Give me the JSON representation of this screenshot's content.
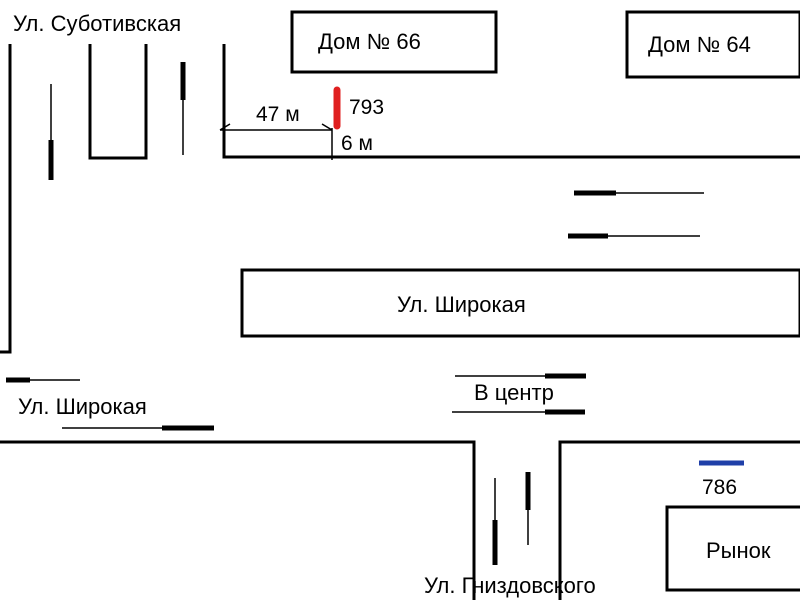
{
  "streets": {
    "subotivska": "Ул. Суботивская",
    "shyroka_main": "Ул. Широкая",
    "shyroka_left": "Ул. Широкая",
    "hnyzdovskoho": "Ул. Гниздовского"
  },
  "buildings": {
    "house_66": "Дом № 66",
    "house_64": "Дом № 64",
    "market": "Рынок"
  },
  "direction": {
    "to_center": "В центр"
  },
  "stops": {
    "stop_793": {
      "number": "793",
      "color": "#e02020"
    },
    "stop_786": {
      "number": "786",
      "color": "#1f3fa8"
    }
  },
  "distances": {
    "along": "47 м",
    "across": "6 м"
  },
  "colors": {
    "ink": "#000000",
    "background": "#ffffff"
  }
}
